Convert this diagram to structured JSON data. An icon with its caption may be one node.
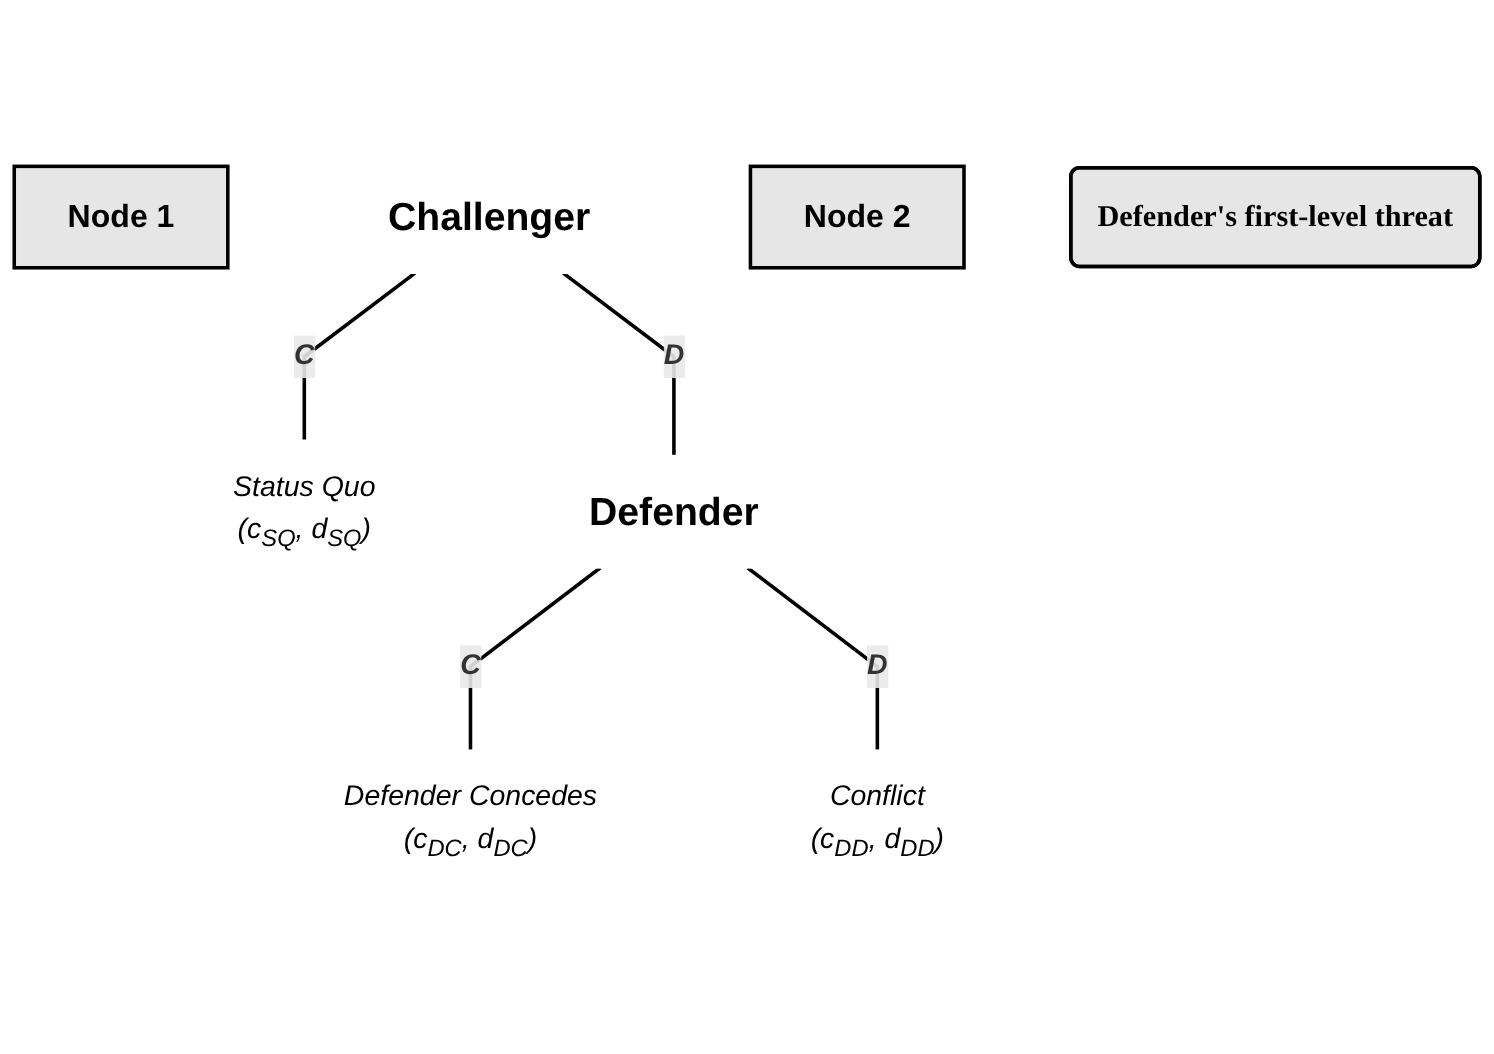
{
  "diagram": {
    "nodes": [
      {
        "text": [
          "Node 1"
        ]
      },
      {
        "text": [
          "Challenger"
        ]
      },
      {
        "text": [
          "Node 2"
        ]
      },
      {
        "text": [
          "Status Quo",
          "(c$_{SQ}$, d$_{SQ}$)"
        ]
      },
      {
        "text": [
          "Defender"
        ]
      },
      {
        "text": [
          "Defender's first-level threat"
        ]
      },
      {
        "text": [
          "Defender Concedes",
          "(c$_{DC}$, d$_{DC}$)"
        ]
      },
      {
        "text": [
          "Conflict",
          "(c$_{DD}$, d$_{DD}$)"
        ]
      }
    ],
    "edges": [
      {
        "from": 1,
        "to": 3,
        "arrow": "none",
        "label": "C"
      },
      {
        "from": 1,
        "to": 4,
        "arrow": "none",
        "label": "D"
      },
      {
        "from": 4,
        "to": 6,
        "arrow": "none",
        "label": "C"
      },
      {
        "from": 4,
        "to": 7,
        "arrow": "none",
        "label": "D"
      }
    ]
  }
}
